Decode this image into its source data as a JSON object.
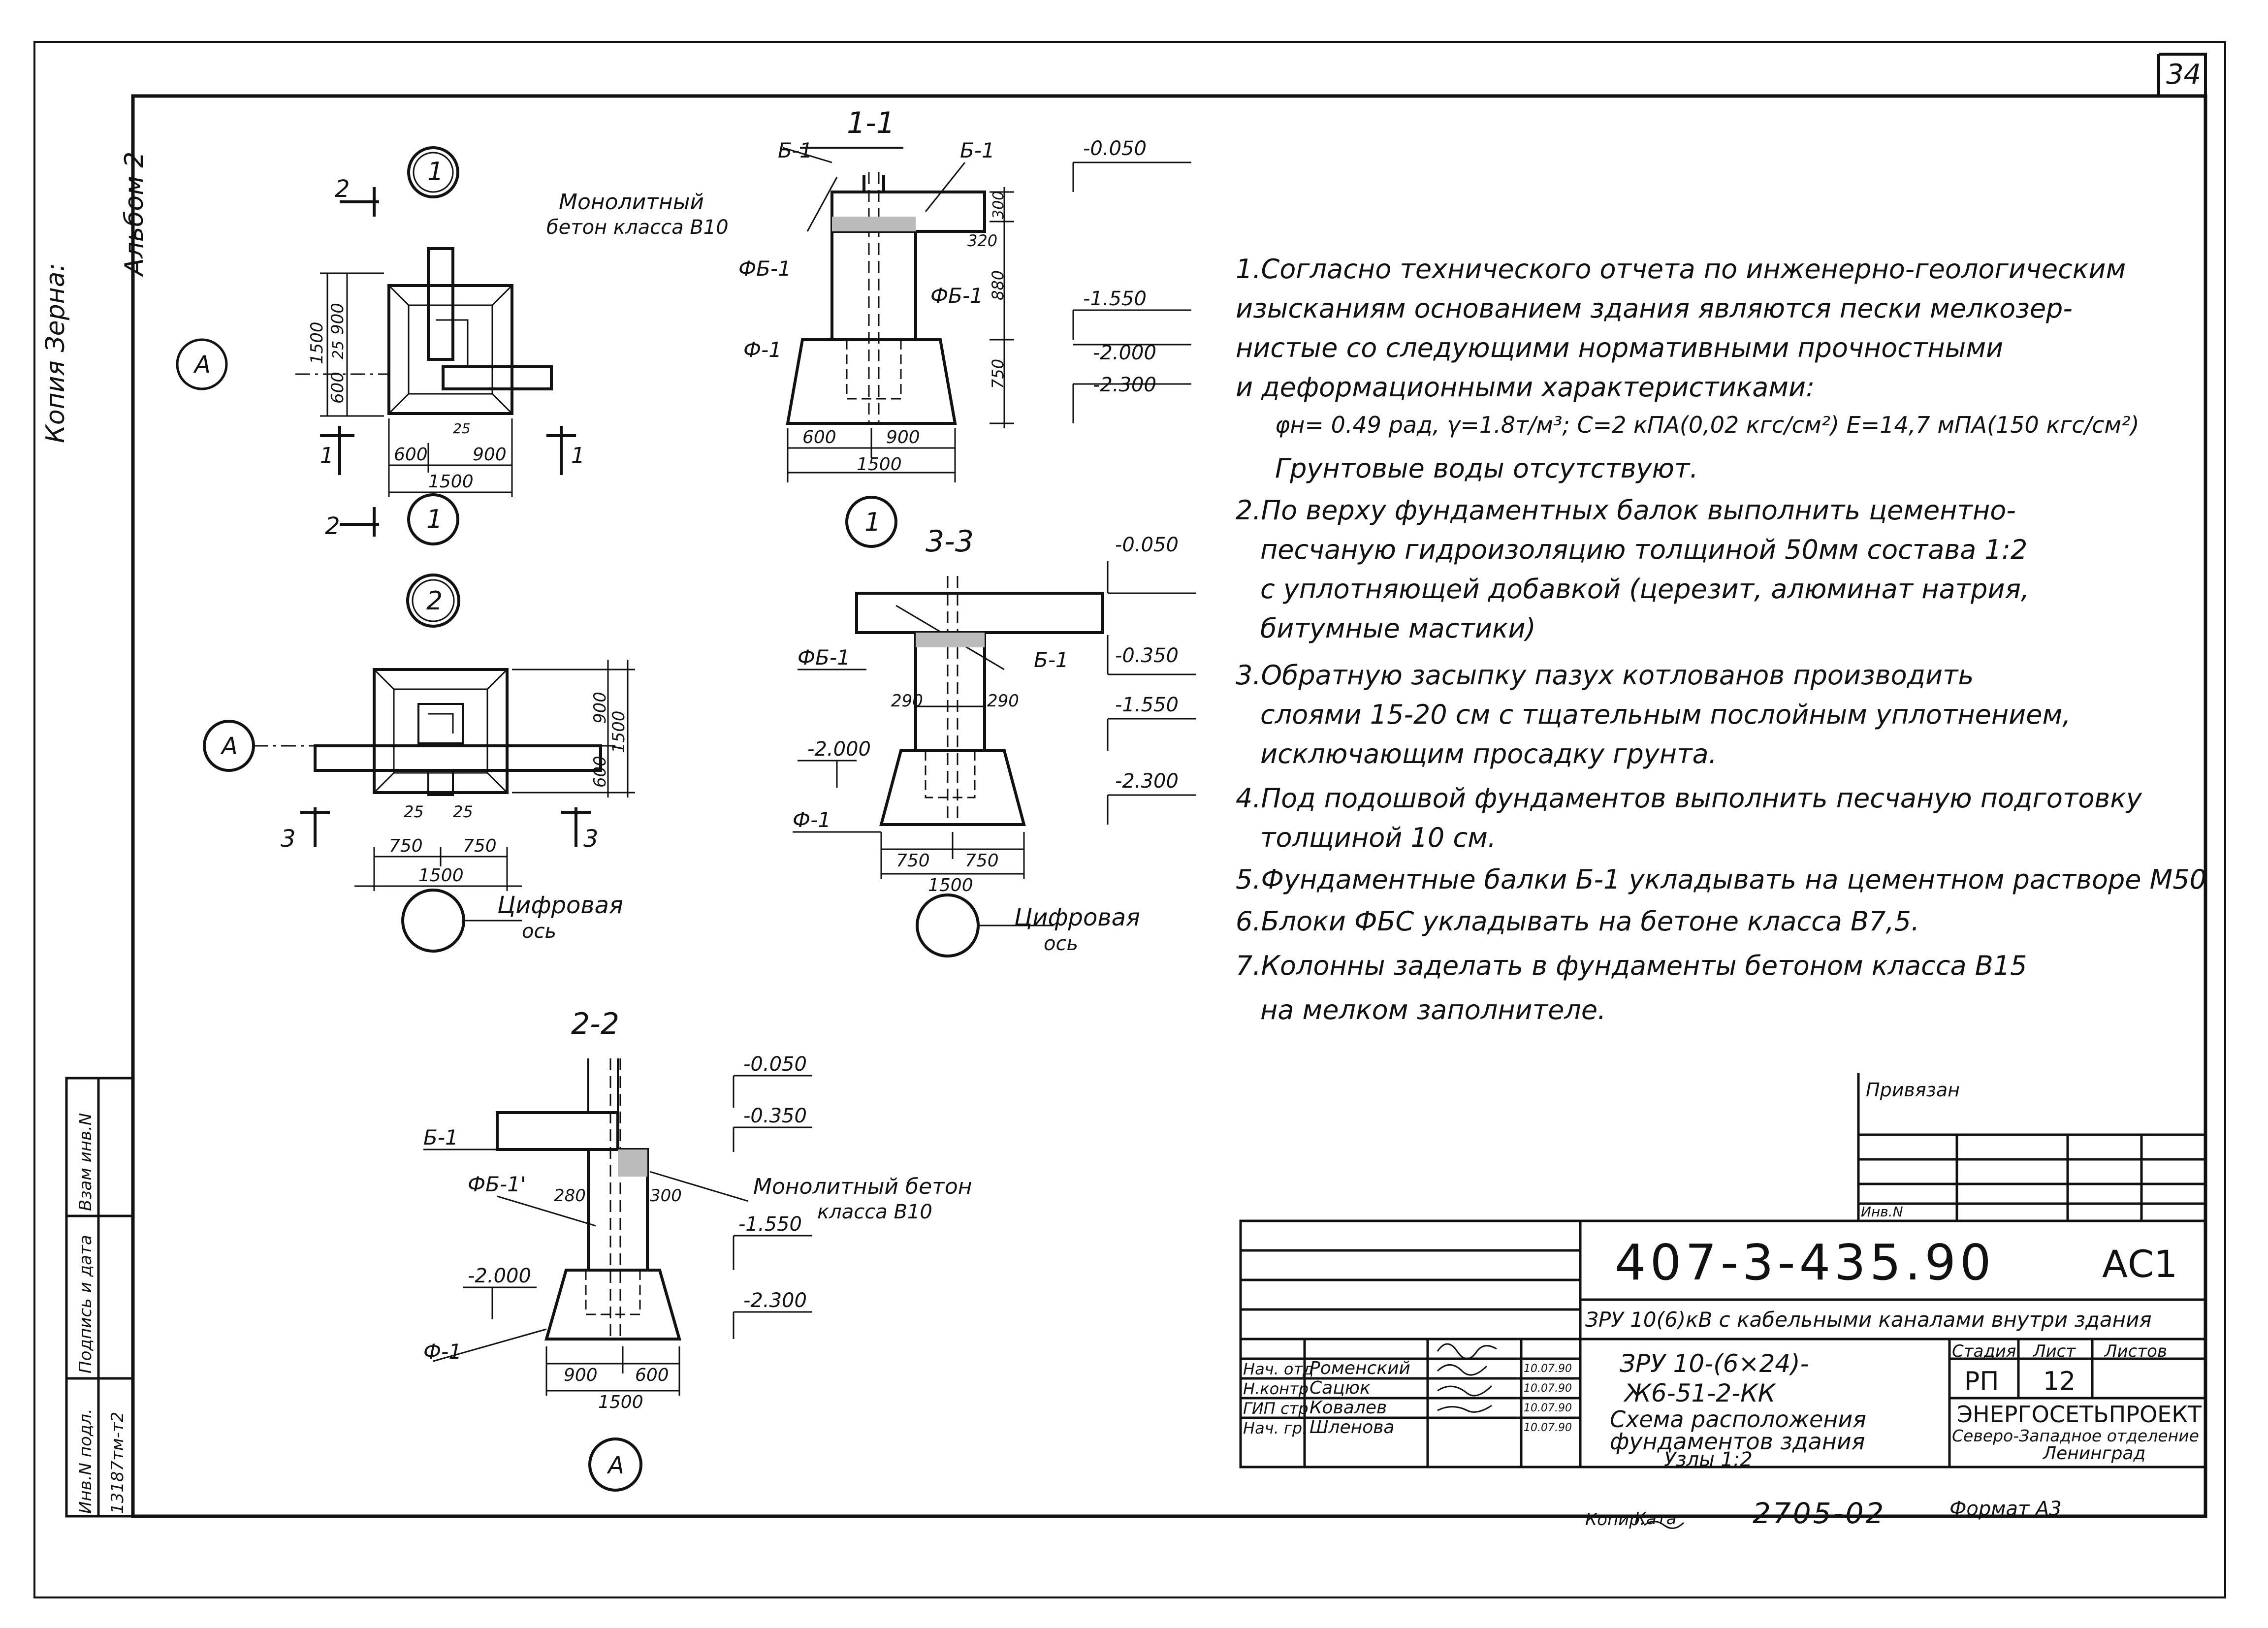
{
  "page": {
    "number": "34"
  },
  "margin": {
    "copy": "Копия Зерна:",
    "album": "Альбом 2",
    "cells": [
      "Инв.N подл.",
      "Подпись и дата",
      "Взам инв.N"
    ],
    "inv_value": "13187тм-т2"
  },
  "nodes": {
    "node1": {
      "marker": "1",
      "section_marker": "2",
      "axis": "А",
      "section_bottom": "1",
      "dims": {
        "d1500": "1500",
        "d900": "900",
        "d25": "25",
        "d600": "600",
        "d600b": "600",
        "d900b": "900",
        "d1500b": "1500",
        "d25b": "25"
      }
    },
    "node2": {
      "marker": "2",
      "axis": "А",
      "sect": "3",
      "dims": {
        "d900": "900",
        "d1500": "1500",
        "d600": "600",
        "d25a": "25",
        "d25b": "25",
        "d750a": "750",
        "d750b": "750",
        "d1500b": "1500"
      },
      "axis_label": "Цифровая",
      "axis_label2": "ось"
    }
  },
  "sections": {
    "s11": {
      "title": "1-1",
      "marker": "1",
      "b1a": "Б-1",
      "b1b": "Б-1",
      "fb1": "ФБ-1",
      "fb1b": "ФБ-1",
      "f1": "Ф-1",
      "concrete": "Монолитный",
      "concrete2": "бетон класса В10",
      "el1": "-0.050",
      "el2": "-1.550",
      "el3": "-2.000",
      "el4": "-2.300",
      "d300": "300",
      "d320": "320",
      "d880": "880",
      "d750": "750",
      "d600": "600",
      "d900": "900",
      "d1500": "1500"
    },
    "s33": {
      "title": "3-3",
      "fb1": "ФБ-1",
      "b1": "Б-1",
      "f1": "Ф-1",
      "el1": "-0.050",
      "el2": "-0.350",
      "el3": "-1.550",
      "el4": "-2.000",
      "el5": "-2.300",
      "d290a": "290",
      "d290b": "290",
      "d750a": "750",
      "d750b": "750",
      "d1500": "1500",
      "axis_label": "Цифровая",
      "axis_label2": "ось"
    },
    "s22": {
      "title": "2-2",
      "b1": "Б-1",
      "fb1": "ФБ-1'",
      "f1": "Ф-1",
      "axis": "А",
      "concrete": "Монолитный бетон",
      "concrete2": "класса В10",
      "el1": "-0.050",
      "el2": "-0.350",
      "el3": "-1.550",
      "el4": "-2.000",
      "el5": "-2.300",
      "d280": "280",
      "d300": "300",
      "d900": "900",
      "d600": "600",
      "d1500": "1500"
    }
  },
  "notes": [
    "1.Согласно технического отчета по инженерно-геологическим",
    "изысканиям основанием здания являются пески мелкозер-",
    "нистые со следующими нормативными прочностными",
    "и деформационными характеристиками:",
    "φн= 0.49 рад, γ=1.8т/м³; С=2 кПА(0,02 кгс/см²) Е=14,7 мПА(150 кгс/см²)",
    "Грунтовые воды отсутствуют.",
    "2.По верху фундаментных балок выполнить цементно-",
    "песчаную гидроизоляцию толщиной 50мм состава 1:2",
    "с уплотняющей добавкой (церезит, алюминат натрия,",
    "битумные мастики)",
    "3.Обратную засыпку пазух котлованов производить",
    "слоями 15-20 см с тщательным послойным уплотнением,",
    "исключающим просадку грунта.",
    "4.Под подошвой фундаментов выполнить песчаную подготовку",
    "толщиной 10 см.",
    "5.Фундаментные балки Б-1 укладывать на цементном растворе М50",
    "6.Блоки ФБС укладывать на бетоне класса В7,5.",
    "7.Колонны заделать в фундаменты бетоном класса В15",
    "на мелком заполнителе."
  ],
  "title_block": {
    "privyazan": "Привязан",
    "inv_n": "Инв.N",
    "code": "407-3-435.90",
    "sheet_code": "АС1",
    "project": "ЗРУ 10(6)кВ с кабельными каналами внутри здания",
    "object_line1": "ЗРУ 10-(6×24)-",
    "object_line2": "Ж6-51-2-КК",
    "drawing_title1": "Схема расположения",
    "drawing_title2": "фундаментов здания",
    "drawing_title3": "Узлы 1:2",
    "stage_h": "Стадия",
    "sheet_h": "Лист",
    "sheets_h": "Листов",
    "stage": "РП",
    "sheet": "12",
    "org1": "ЭНЕРГОСЕТЬПРОЕКТ",
    "org2": "Северо-Западное отделение",
    "org3": "Ленинград",
    "staff": [
      {
        "role": "Нач. отд",
        "name": "Роменский",
        "date": "10.07.90"
      },
      {
        "role": "Н.контр",
        "name": "Сацюк",
        "date": "10.07.90"
      },
      {
        "role": "ГИП стр",
        "name": "Ковалев",
        "date": "10.07.90"
      },
      {
        "role": "Нач. гр.",
        "name": "Шленова",
        "date": "10.07.90"
      }
    ],
    "copied": "Копир.",
    "copied_name": "Ката",
    "order": "2705-02",
    "format": "Формат А3"
  }
}
